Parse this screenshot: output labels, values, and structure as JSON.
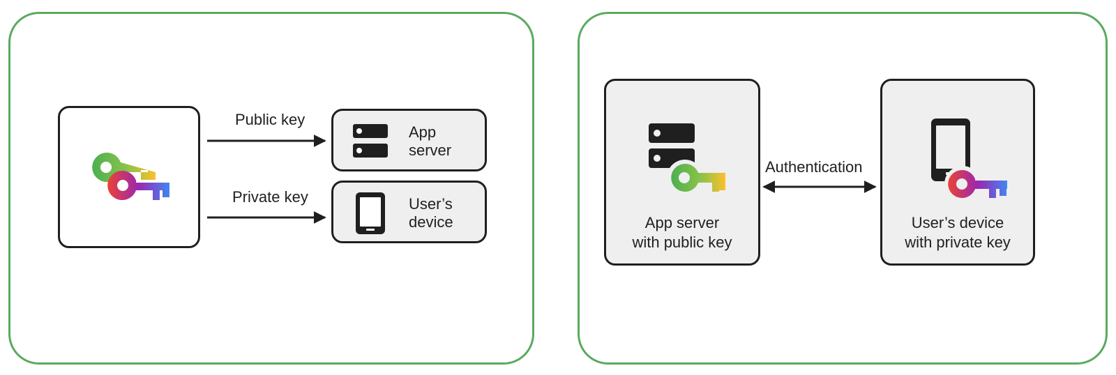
{
  "left": {
    "public_key_label": "Public key",
    "private_key_label": "Private key",
    "app_server_line1": "App",
    "app_server_line2": "server",
    "device_line1": "User’s",
    "device_line2": "device"
  },
  "right": {
    "server_line1": "App server",
    "server_line2": "with public key",
    "device_line1": "User’s device",
    "device_line2": "with private key",
    "auth_label": "Authentication"
  },
  "colors": {
    "panel_border": "#5aaa5e",
    "box_border": "#1f1f1f",
    "box_fill": "#efefef",
    "public_key_gradient": [
      "#4caf50",
      "#fbc02d"
    ],
    "private_key_gradient": [
      "#ea4335",
      "#9c27b0",
      "#4285f4"
    ]
  },
  "icons": [
    "key-pair-icon",
    "server-icon",
    "phone-icon",
    "public-key-icon",
    "private-key-icon",
    "arrow-right-icon",
    "arrow-double-icon"
  ]
}
